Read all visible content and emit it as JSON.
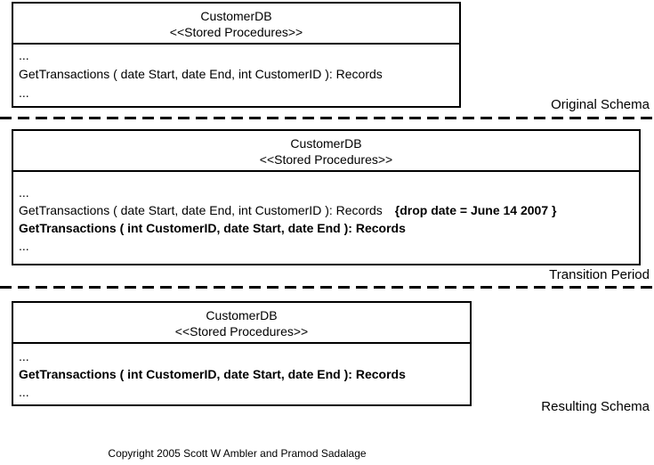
{
  "original": {
    "label": "Original Schema",
    "title": "CustomerDB",
    "stereotype": "<<Stored Procedures>>",
    "ellipsis_top": "...",
    "procedure": "GetTransactions ( date Start, date End, int CustomerID ): Records",
    "ellipsis_bottom": "..."
  },
  "transition": {
    "label": "Transition Period",
    "title": "CustomerDB",
    "stereotype": "<<Stored Procedures>>",
    "ellipsis_top": "...",
    "procedure_old": "GetTransactions ( date Start, date End, int CustomerID ): Records",
    "drop_annotation": "{drop date = June 14 2007 }",
    "procedure_new": "GetTransactions ( int CustomerID, date Start, date End ): Records",
    "ellipsis_bottom": "..."
  },
  "resulting": {
    "label": "Resulting Schema",
    "title": "CustomerDB",
    "stereotype": "<<Stored Procedures>>",
    "ellipsis_top": "...",
    "procedure": "GetTransactions ( int CustomerID, date Start, date End ): Records",
    "ellipsis_bottom": "..."
  },
  "footer": {
    "copyright": "Copyright 2005 Scott W Ambler and Pramod Sadalage"
  },
  "colors": {
    "border": "#000000",
    "background": "#ffffff",
    "text": "#000000"
  }
}
